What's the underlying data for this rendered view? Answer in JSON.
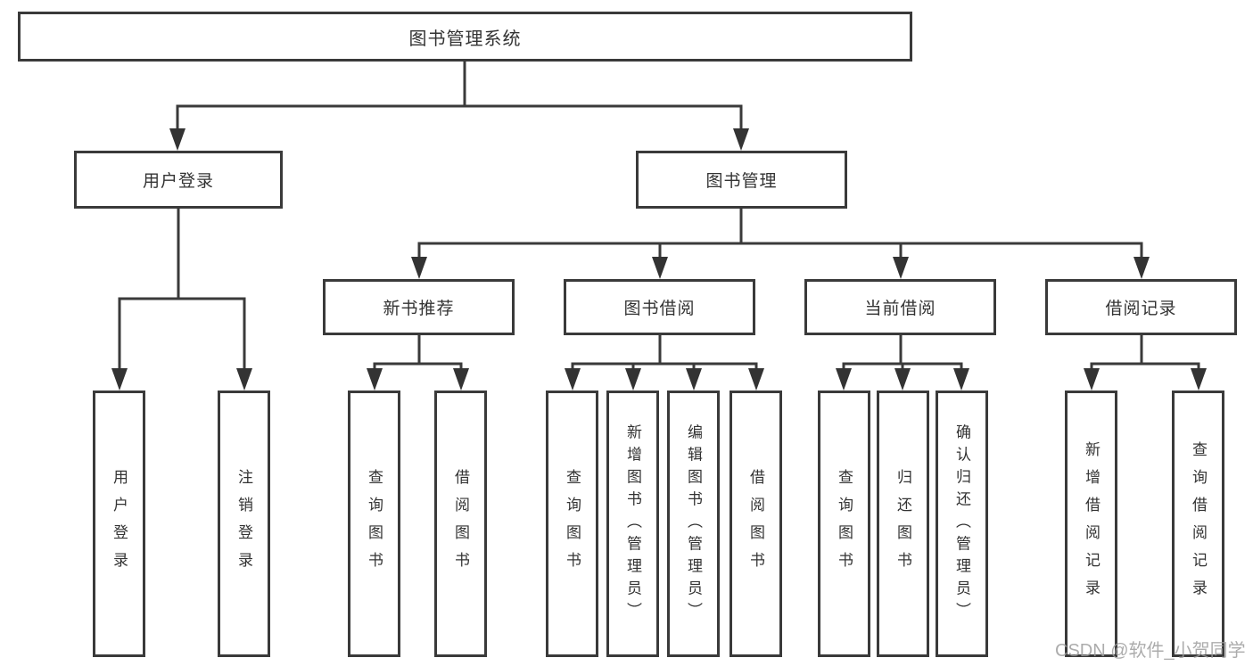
{
  "diagram": {
    "root": {
      "label": "图书管理系统"
    },
    "user_login": {
      "label": "用户登录",
      "children": [
        {
          "label": "用户登录"
        },
        {
          "label": "注销登录"
        }
      ]
    },
    "book_management": {
      "label": "图书管理",
      "groups": [
        {
          "label": "新书推荐",
          "children": [
            {
              "label": "查询图书"
            },
            {
              "label": "借阅图书"
            }
          ]
        },
        {
          "label": "图书借阅",
          "children": [
            {
              "label": "查询图书"
            },
            {
              "label": "新增图书（管理员）"
            },
            {
              "label": "编辑图书（管理员）"
            },
            {
              "label": "借阅图书"
            }
          ]
        },
        {
          "label": "当前借阅",
          "children": [
            {
              "label": "查询图书"
            },
            {
              "label": "归还图书"
            },
            {
              "label": "确认归还（管理员）"
            }
          ]
        },
        {
          "label": "借阅记录",
          "children": [
            {
              "label": "新增借阅记录"
            },
            {
              "label": "查询借阅记录"
            }
          ]
        }
      ]
    },
    "line_color": "#3a3a3a",
    "box_border_color": "#3a3a3a",
    "text_color": "#333333"
  },
  "watermark": {
    "text": "CSDN @软件_小贺同学",
    "color": "#9e9e9e"
  }
}
